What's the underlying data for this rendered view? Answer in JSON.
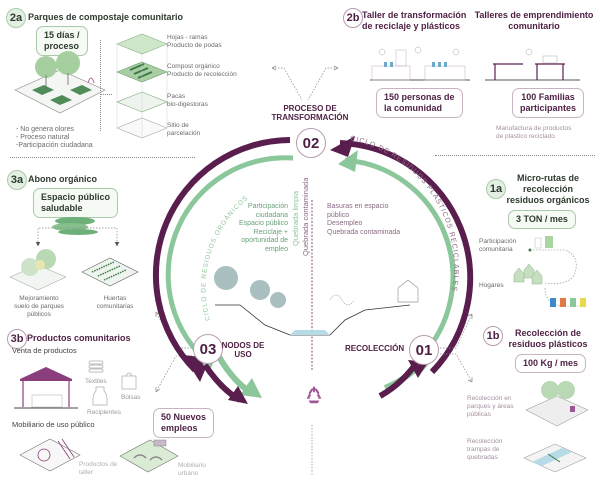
{
  "colors": {
    "purple": "#5a1e4e",
    "green": "#8cc79b",
    "light_green": "#e2efe2",
    "muted_text": "#a58fa0",
    "recycle_icon": "#a05595"
  },
  "section_2a": {
    "badge": "2a",
    "title": "Parques de compostaje comunitario",
    "pill": [
      "15 días /",
      "proceso"
    ],
    "layers": [
      [
        "Hojas - ramas",
        "Producto de podas"
      ],
      [
        "Compost orgánico",
        "Producto de recolección"
      ],
      [
        "Pacas",
        "bio-digestoras"
      ],
      [
        "Sitio de",
        "parcelación"
      ]
    ],
    "benefits": [
      "- No genera olores",
      "- Proceso natural",
      "-Participación ciudadana"
    ]
  },
  "section_2b": {
    "badge": "2b",
    "title": [
      "Taller de transformación",
      "de reciclaje y plásticos"
    ],
    "pill": [
      "150 personas de",
      "la comunidad"
    ]
  },
  "section_talleres": {
    "title": [
      "Talleres de emprendimiento",
      "comunitario"
    ],
    "pill": [
      "100 Familias",
      "participantes"
    ],
    "note": [
      "Manufactura de productos",
      "de plastico reciclado"
    ]
  },
  "section_3a": {
    "badge": "3a",
    "title": "Abono orgánico",
    "pill": [
      "Espacio público",
      "saludable"
    ],
    "items": [
      [
        "Mejoramiento",
        "suelo de parques",
        "públicos"
      ],
      [
        "Huertas",
        "comunitarias"
      ]
    ]
  },
  "section_3b": {
    "badge": "3b",
    "title": "Productos comunitarios",
    "subtitle": "Venta de productos",
    "products": [
      "Textiles",
      "Bolsas",
      "Recipientes"
    ],
    "furniture_title": "Mobiliario de uso público",
    "furniture": [
      [
        "Productos de",
        "taller"
      ],
      [
        "Mobiliario",
        "urbano"
      ]
    ],
    "pill": [
      "50 Nuevos",
      "empleos"
    ]
  },
  "section_1a": {
    "badge": "1a",
    "title": [
      "Micro-rutas de",
      "recolección",
      "residuos orgánicos"
    ],
    "pill": "3 TON / mes",
    "labels": [
      [
        "Participación",
        "comunitaria"
      ],
      [
        "Hogares"
      ]
    ],
    "bin_colors": [
      "#3f8ac9",
      "#e07a45",
      "#8cc79b",
      "#e8d94a"
    ]
  },
  "section_1b": {
    "badge": "1b",
    "title": [
      "Recolección  de",
      "residuos plásticos"
    ],
    "pill": "100 Kg / mes",
    "items": [
      [
        "Recolección en",
        "parques y áreas",
        "públicas"
      ],
      [
        "Recolección",
        "trampas de",
        "quebradas"
      ]
    ]
  },
  "cycle": {
    "nodes": [
      {
        "number": "02",
        "label": [
          "PROCESO DE",
          "TRANSFORMACIÓN"
        ]
      },
      {
        "number": "03",
        "label": [
          "NODOS DE",
          "USO"
        ]
      },
      {
        "number": "01",
        "label": [
          "RECOLECCIÓN"
        ]
      }
    ],
    "organic_label": "CICLO  DE  RESIDUOS  ORGÁNICOS",
    "plastic_label": "CICLO  DE  RESIDUOS  PLÁSTICOS  RECICLABLES",
    "left_text": [
      "Participación",
      "ciudadana",
      "Espacio público",
      "Reciclaje +",
      "oportunidad de",
      "empleo"
    ],
    "right_text": [
      "Basuras en espacio",
      "público",
      "Desempleo",
      "Quebrada contaminada"
    ],
    "divider_labels": [
      "Quebrada limpia",
      "Quebrada contaminada"
    ]
  }
}
